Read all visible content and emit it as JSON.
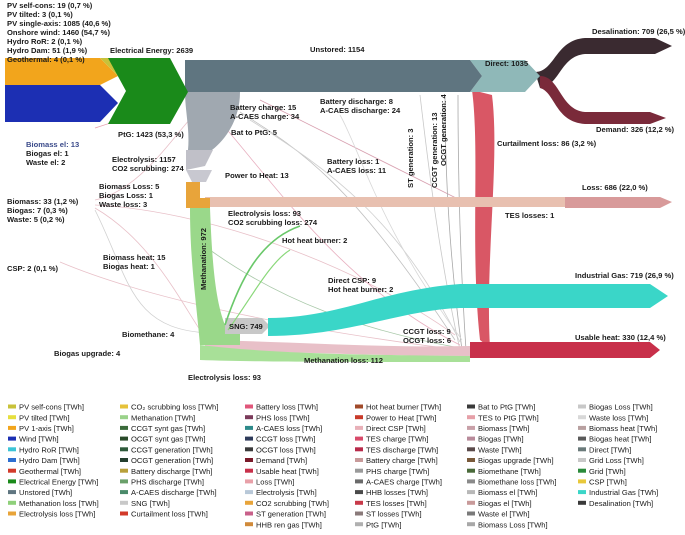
{
  "top_labels": [
    "PV self-cons: 19 (0,7 %)",
    "PV tilted: 3 (0,1 %)",
    "PV single-axis: 1085 (40,6 %)",
    "Onshore wind: 1460 (54,7 %)",
    "Hydro RoR: 2 (0,1 %)",
    "Hydro Dam: 51 (1,9 %)",
    "Geothermal: 4 (0,1 %)"
  ],
  "nodes": {
    "electrical_energy": "Electrical Energy: 2639",
    "unstored": "Unstored: 1154",
    "direct": "Direct: 1035",
    "desalination": "Desalination: 709 (26,5 %)",
    "demand": "Demand: 326 (12,2 %)",
    "ptg": "PtG: 1423 (53,3 %)",
    "electrolysis": "Electrolysis: 1157",
    "co2_scrubbing": "CO2 scrubbing: 274",
    "power_to_heat": "Power to Heat: 13",
    "loss": "Loss: 686 (22,0 %)",
    "industrial_gas": "Industrial Gas: 719 (26,9 %)",
    "usable_heat": "Usable heat: 330 (12,4 %)",
    "sng": "SNG: 749",
    "methanation": "Methanation: 972",
    "biomass": "Biomass: 33 (1,2 %)",
    "biogas": "Biogas: 7 (0,3 %)",
    "waste": "Waste: 5 (0,2 %)",
    "csp": "CSP: 2 (0,1 %)"
  },
  "flow_labels": {
    "biomass_el": "Biomass el: 13",
    "biogas_el": "Biogas el: 1",
    "waste_el": "Waste el: 2",
    "battery_charge": "Battery charge: 15",
    "acaes_charge": "A-CAES charge: 34",
    "bat_to_ptg": "Bat to PtG: 5",
    "battery_discharge": "Battery discharge: 8",
    "acaes_discharge": "A-CAES discharge: 24",
    "st_generation": "ST generation: 3",
    "ccgt_generation": "CCGT generation: 13",
    "ocgt_generation": "OCGT generation: 4",
    "battery_loss": "Battery loss: 1",
    "acaes_loss": "A-CAES loss: 11",
    "curtailment_loss": "Curtailment loss: 86 (3,2 %)",
    "biomass_loss": "Biomass Loss: 5",
    "biogas_loss": "Biogas Loss: 1",
    "waste_loss": "Waste loss: 3",
    "electrolysis_loss": "Electrolysis loss: 93",
    "co2_scrubbing_loss": "CO2 scrubbing loss: 274",
    "tes_losses": "TES losses: 1",
    "hot_heat_burner_a": "Hot heat burner: 2",
    "biomass_heat": "Biomass heat: 15",
    "biogas_heat": "Biogas heat: 1",
    "direct_csp": "Direct CSP: 9",
    "hot_heat_burner_b": "Hot heat burner: 2",
    "biomethane": "Biomethane: 4",
    "ccgt_loss": "CCGT loss: 9",
    "ocgt_loss": "OCGT loss: 6",
    "biogas_upgrade": "Biogas upgrade: 4",
    "methanation_loss": "Methanation loss: 112",
    "electrolysis_loss_bottom": "Electrolysis loss: 93"
  },
  "legend": [
    [
      {
        "label": "PV self-cons [TWh]",
        "color": "#c8c23a"
      },
      {
        "label": "PV tilted [TWh]",
        "color": "#e6df3e"
      },
      {
        "label": "PV 1-axis [TWh]",
        "color": "#f2a51c"
      },
      {
        "label": "Wind [TWh]",
        "color": "#1c2fb3"
      },
      {
        "label": "Hydro RoR [TWh]",
        "color": "#3cc4d6"
      },
      {
        "label": "Hydro Dam [TWh]",
        "color": "#2e6fd1"
      },
      {
        "label": "Geothermal [TWh]",
        "color": "#d23a2a"
      },
      {
        "label": "Electrical Energy [TWh]",
        "color": "#1a8a1a"
      },
      {
        "label": "Unstored [TWh]",
        "color": "#5f7580"
      },
      {
        "label": "Methanation loss [TWh]",
        "color": "#8fd07a"
      },
      {
        "label": "Electrolysis loss [TWh]",
        "color": "#e8a43a"
      }
    ],
    [
      {
        "label": "CO₂ scrubbing loss [TWh]",
        "color": "#e6c23a"
      },
      {
        "label": "Methanation [TWh]",
        "color": "#9ad28a"
      },
      {
        "label": "CCGT synt gas [TWh]",
        "color": "#3b6b3b"
      },
      {
        "label": "OCGT synt gas [TWh]",
        "color": "#2a4a2a"
      },
      {
        "label": "CCGT generation [TWh]",
        "color": "#2e5a3a"
      },
      {
        "label": "OCGT generation [TWh]",
        "color": "#243f2e"
      },
      {
        "label": "Battery discharge [TWh]",
        "color": "#b8a03a"
      },
      {
        "label": "PHS discharge [TWh]",
        "color": "#6aa06a"
      },
      {
        "label": "A-CAES discharge [TWh]",
        "color": "#4a8a6a"
      },
      {
        "label": "SNG [TWh]",
        "color": "#c8c8c8"
      },
      {
        "label": "Curtailment loss [TWh]",
        "color": "#d23a2a"
      }
    ],
    [
      {
        "label": "Battery loss [TWh]",
        "color": "#e0567a"
      },
      {
        "label": "PHS loss [TWh]",
        "color": "#7a3a5a"
      },
      {
        "label": "A-CAES loss [TWh]",
        "color": "#2e8a8a"
      },
      {
        "label": "CCGT loss [TWh]",
        "color": "#2e3a5a"
      },
      {
        "label": "OCGT loss [TWh]",
        "color": "#3a3a3a"
      },
      {
        "label": "Demand [TWh]",
        "color": "#7a1a2a"
      },
      {
        "label": "Usable heat [TWh]",
        "color": "#c8304a"
      },
      {
        "label": "Loss [TWh]",
        "color": "#e8a0a8"
      },
      {
        "label": "Electrolysis [TWh]",
        "color": "#b8c8d8"
      },
      {
        "label": "CO2 scrubbing [TWh]",
        "color": "#e8a43a"
      },
      {
        "label": "ST generation [TWh]",
        "color": "#c8608a"
      },
      {
        "label": "HHB ren gas [TWh]",
        "color": "#d08a3a"
      }
    ],
    [
      {
        "label": "Hot heat burner [TWh]",
        "color": "#a04a2a"
      },
      {
        "label": "Power to Heat [TWh]",
        "color": "#c83a2a"
      },
      {
        "label": "Direct CSP [TWh]",
        "color": "#e8b0b8"
      },
      {
        "label": "TES charge [TWh]",
        "color": "#d84a6a"
      },
      {
        "label": "TES discharge [TWh]",
        "color": "#b82a4a"
      },
      {
        "label": "Battery charge [TWh]",
        "color": "#c89a9a"
      },
      {
        "label": "PHS charge [TWh]",
        "color": "#9a9a9a"
      },
      {
        "label": "A-CAES charge [TWh]",
        "color": "#6a6a6a"
      },
      {
        "label": "HHB losses [TWh]",
        "color": "#4a4a4a"
      },
      {
        "label": "TES losses [TWh]",
        "color": "#c83a4a"
      },
      {
        "label": "ST losses [TWh]",
        "color": "#8a7a7a"
      },
      {
        "label": "PtG [TWh]",
        "color": "#b0b0b0"
      }
    ],
    [
      {
        "label": "Bat to PtG [TWh]",
        "color": "#3a3a3a"
      },
      {
        "label": "TES to PtG [TWh]",
        "color": "#e6a0a8"
      },
      {
        "label": "Biomass [TWh]",
        "color": "#c8a0a8"
      },
      {
        "label": "Biogas [TWh]",
        "color": "#b88a9a"
      },
      {
        "label": "Waste [TWh]",
        "color": "#5a4a4a"
      },
      {
        "label": "Biogas upgrade [TWh]",
        "color": "#7a5a3a"
      },
      {
        "label": "Biomethane [TWh]",
        "color": "#4a6a3a"
      },
      {
        "label": "Biomethane loss [TWh]",
        "color": "#8a8a8a"
      },
      {
        "label": "Biomass el [TWh]",
        "color": "#b8b8b8"
      },
      {
        "label": "Biogas el [TWh]",
        "color": "#c89a9a"
      },
      {
        "label": "Waste el [TWh]",
        "color": "#7a7a7a"
      },
      {
        "label": "Biomass Loss [TWh]",
        "color": "#a8a8a8"
      }
    ],
    [
      {
        "label": "Biogas Loss [TWh]",
        "color": "#c8c8c8"
      },
      {
        "label": "Waste loss [TWh]",
        "color": "#d8d8d8"
      },
      {
        "label": "Biomass heat [TWh]",
        "color": "#b8a0a0"
      },
      {
        "label": "Biogas heat [TWh]",
        "color": "#5a5a5a"
      },
      {
        "label": "Direct [TWh]",
        "color": "#6a7a7a"
      },
      {
        "label": "Grid Loss [TWh]",
        "color": "#c8c8c8"
      },
      {
        "label": "Grid [TWh]",
        "color": "#2a8a3a"
      },
      {
        "label": "CSP [TWh]",
        "color": "#e8c83a"
      },
      {
        "label": "Industrial Gas [TWh]",
        "color": "#3ad6c8"
      },
      {
        "label": "Desalination [TWh]",
        "color": "#3a3a3a"
      }
    ]
  ]
}
